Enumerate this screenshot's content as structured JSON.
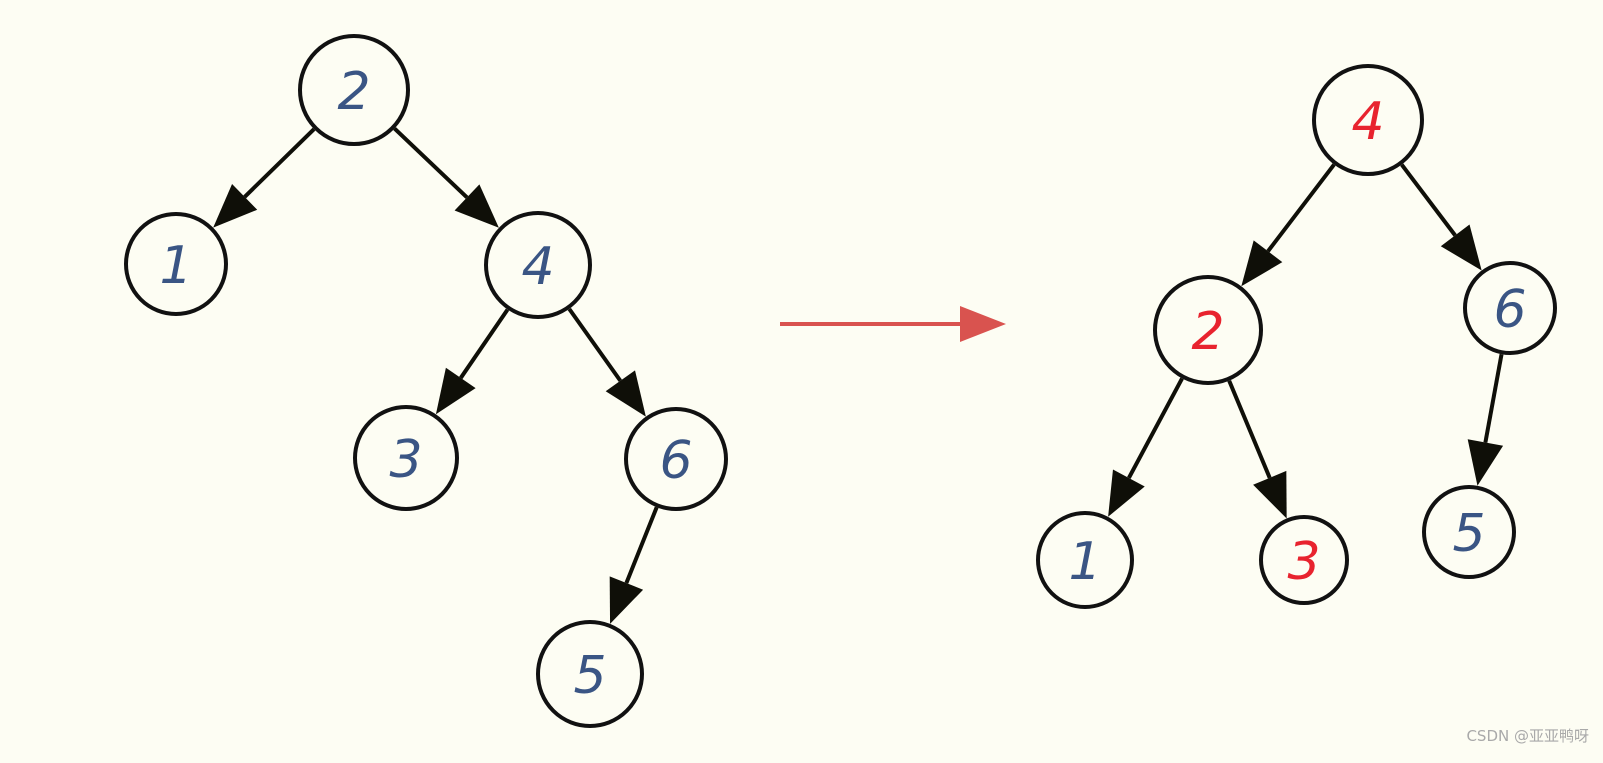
{
  "colors": {
    "background": "#fdfdf3",
    "node_stroke": "#111111",
    "edge": "#0f0f08",
    "label_default": "#3a5584",
    "label_highlight": "#e8232e",
    "transform_arrow": "#d9534f",
    "watermark": "#a9a9a9"
  },
  "before_tree": {
    "nodes": [
      {
        "id": "b2",
        "label": "2",
        "highlight": false
      },
      {
        "id": "b1",
        "label": "1",
        "highlight": false
      },
      {
        "id": "b4",
        "label": "4",
        "highlight": false
      },
      {
        "id": "b3",
        "label": "3",
        "highlight": false
      },
      {
        "id": "b6",
        "label": "6",
        "highlight": false
      },
      {
        "id": "b5",
        "label": "5",
        "highlight": false
      }
    ],
    "edges": [
      {
        "from": "b2",
        "to": "b1"
      },
      {
        "from": "b2",
        "to": "b4"
      },
      {
        "from": "b4",
        "to": "b3"
      },
      {
        "from": "b4",
        "to": "b6"
      },
      {
        "from": "b6",
        "to": "b5"
      }
    ]
  },
  "after_tree": {
    "nodes": [
      {
        "id": "a4",
        "label": "4",
        "highlight": true
      },
      {
        "id": "a2",
        "label": "2",
        "highlight": true
      },
      {
        "id": "a6",
        "label": "6",
        "highlight": false
      },
      {
        "id": "a1",
        "label": "1",
        "highlight": false
      },
      {
        "id": "a3",
        "label": "3",
        "highlight": true
      },
      {
        "id": "a5",
        "label": "5",
        "highlight": false
      }
    ],
    "edges": [
      {
        "from": "a4",
        "to": "a2"
      },
      {
        "from": "a4",
        "to": "a6"
      },
      {
        "from": "a2",
        "to": "a1"
      },
      {
        "from": "a2",
        "to": "a3"
      },
      {
        "from": "a6",
        "to": "a5"
      }
    ]
  },
  "watermark": "CSDN @亚亚鸭呀"
}
